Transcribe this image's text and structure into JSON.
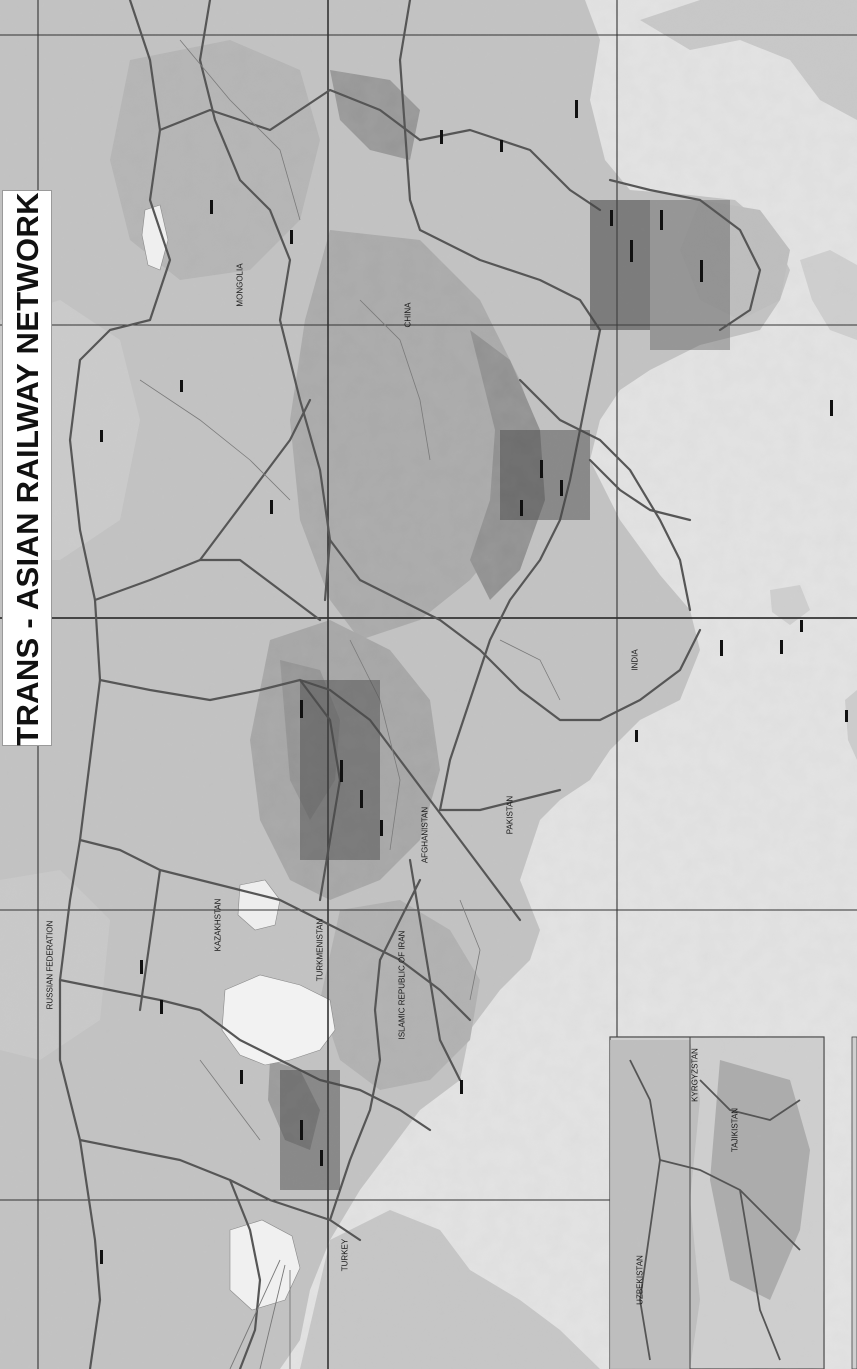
{
  "map": {
    "title": "TRANS - ASIAN RAILWAY NETWORK",
    "country_labels": [
      {
        "id": "russian-federation",
        "text": "RUSSIAN FEDERATION"
      },
      {
        "id": "mongolia",
        "text": "MONGOLIA"
      },
      {
        "id": "china",
        "text": "CHINA"
      },
      {
        "id": "india",
        "text": "INDIA"
      },
      {
        "id": "kazakhstan",
        "text": "KAZAKHSTAN"
      },
      {
        "id": "turkmenistan",
        "text": "TURKMENISTAN"
      },
      {
        "id": "afghanistan",
        "text": "AFGHANISTAN"
      },
      {
        "id": "pakistan",
        "text": "PAKISTAN"
      },
      {
        "id": "iran",
        "text": "ISLAMIC REPUBLIC OF IRAN"
      },
      {
        "id": "turkey",
        "text": "TURKEY"
      },
      {
        "id": "uzbekistan",
        "text": "UZBEKISTAN"
      },
      {
        "id": "tajikistan",
        "text": "TAJIKISTAN"
      },
      {
        "id": "kyrgyzstan",
        "text": "KYRGYZSTAN"
      }
    ],
    "colors": {
      "sea": "#e4e4e4",
      "land": "#bfbfbf",
      "highland": "#9f9f9f",
      "mountain": "#8c8c8c",
      "rail": "#5a5a5a",
      "grid": "#333333",
      "title_bg": "#ffffff",
      "title_text": "#111111"
    }
  }
}
